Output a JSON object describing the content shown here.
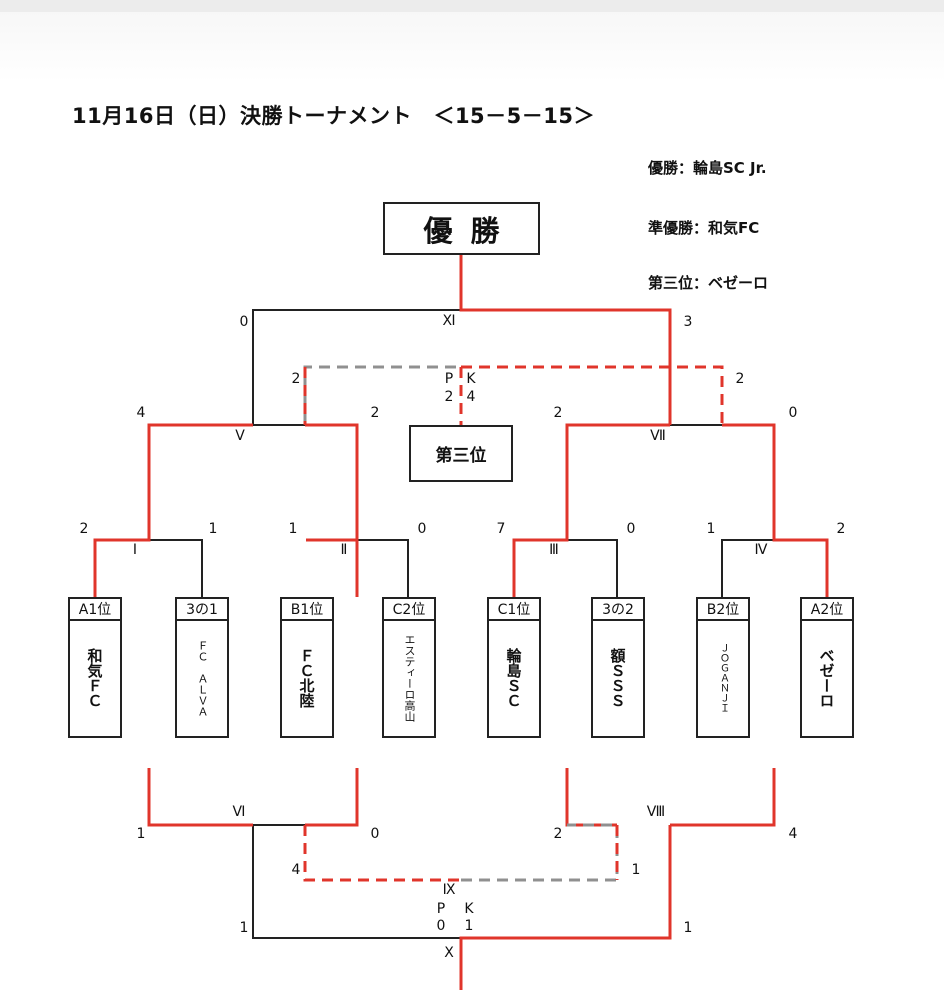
{
  "title": "11月16日（日）決勝トーナメント　＜15－5－15＞",
  "results": {
    "winner": "優勝：輪島SC Jr.",
    "runner_up": "準優勝：和気FC",
    "third": "第三位：ベゼーロ"
  },
  "champion_box": "優勝",
  "third_box": "第三位",
  "teams": [
    {
      "seed": "A1位",
      "name": "和気ＦＣ"
    },
    {
      "seed": "3の1",
      "name": "ＦＣ　ＡＬＶＡ"
    },
    {
      "seed": "B1位",
      "name": "ＦＣ北陸"
    },
    {
      "seed": "C2位",
      "name": "エスティーロ高山"
    },
    {
      "seed": "C1位",
      "name": "輪島ＳＣ"
    },
    {
      "seed": "3の2",
      "name": "額ＳＳＳ"
    },
    {
      "seed": "B2位",
      "name": "ＪＯＧＡＮＪＩ"
    },
    {
      "seed": "A2位",
      "name": "ベゼーロ"
    }
  ],
  "matches": {
    "m1": {
      "label": "Ⅰ",
      "left": "2",
      "right": "1"
    },
    "m2": {
      "label": "Ⅱ",
      "left": "1",
      "right": "0"
    },
    "m3": {
      "label": "Ⅲ",
      "left": "7",
      "right": "0"
    },
    "m4": {
      "label": "Ⅳ",
      "left": "1",
      "right": "2"
    },
    "m5": {
      "label": "Ⅴ",
      "left": "4",
      "right": "2"
    },
    "m6": {
      "label": "Ⅵ",
      "left": "1",
      "right": "0"
    },
    "m7": {
      "label": "Ⅶ",
      "left": "2",
      "right": "0"
    },
    "m8": {
      "label": "Ⅷ",
      "left": "2",
      "right": "4"
    },
    "m9": {
      "label": "Ⅸ",
      "left": "4",
      "right": "1"
    },
    "m10": {
      "label": "Ⅹ",
      "left": "1",
      "right": "1"
    },
    "m11": {
      "label": "Ⅺ",
      "left": "0",
      "right": "3"
    },
    "third_place": {
      "left": "2",
      "right": "2"
    }
  },
  "pk_top": {
    "p": "P",
    "k": "K",
    "left": "2",
    "right": "4"
  },
  "pk_bottom": {
    "p": "P",
    "k": "K",
    "left": "0",
    "right": "1"
  },
  "colors": {
    "winner_line": "#e0352b",
    "loser_line": "#222222",
    "pk_pending": "#909090"
  }
}
